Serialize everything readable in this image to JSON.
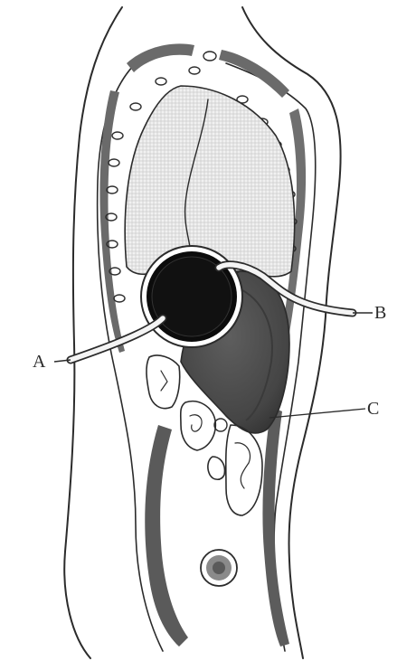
{
  "figure": {
    "labels": {
      "a": "A",
      "b": "B",
      "c": "C"
    }
  }
}
